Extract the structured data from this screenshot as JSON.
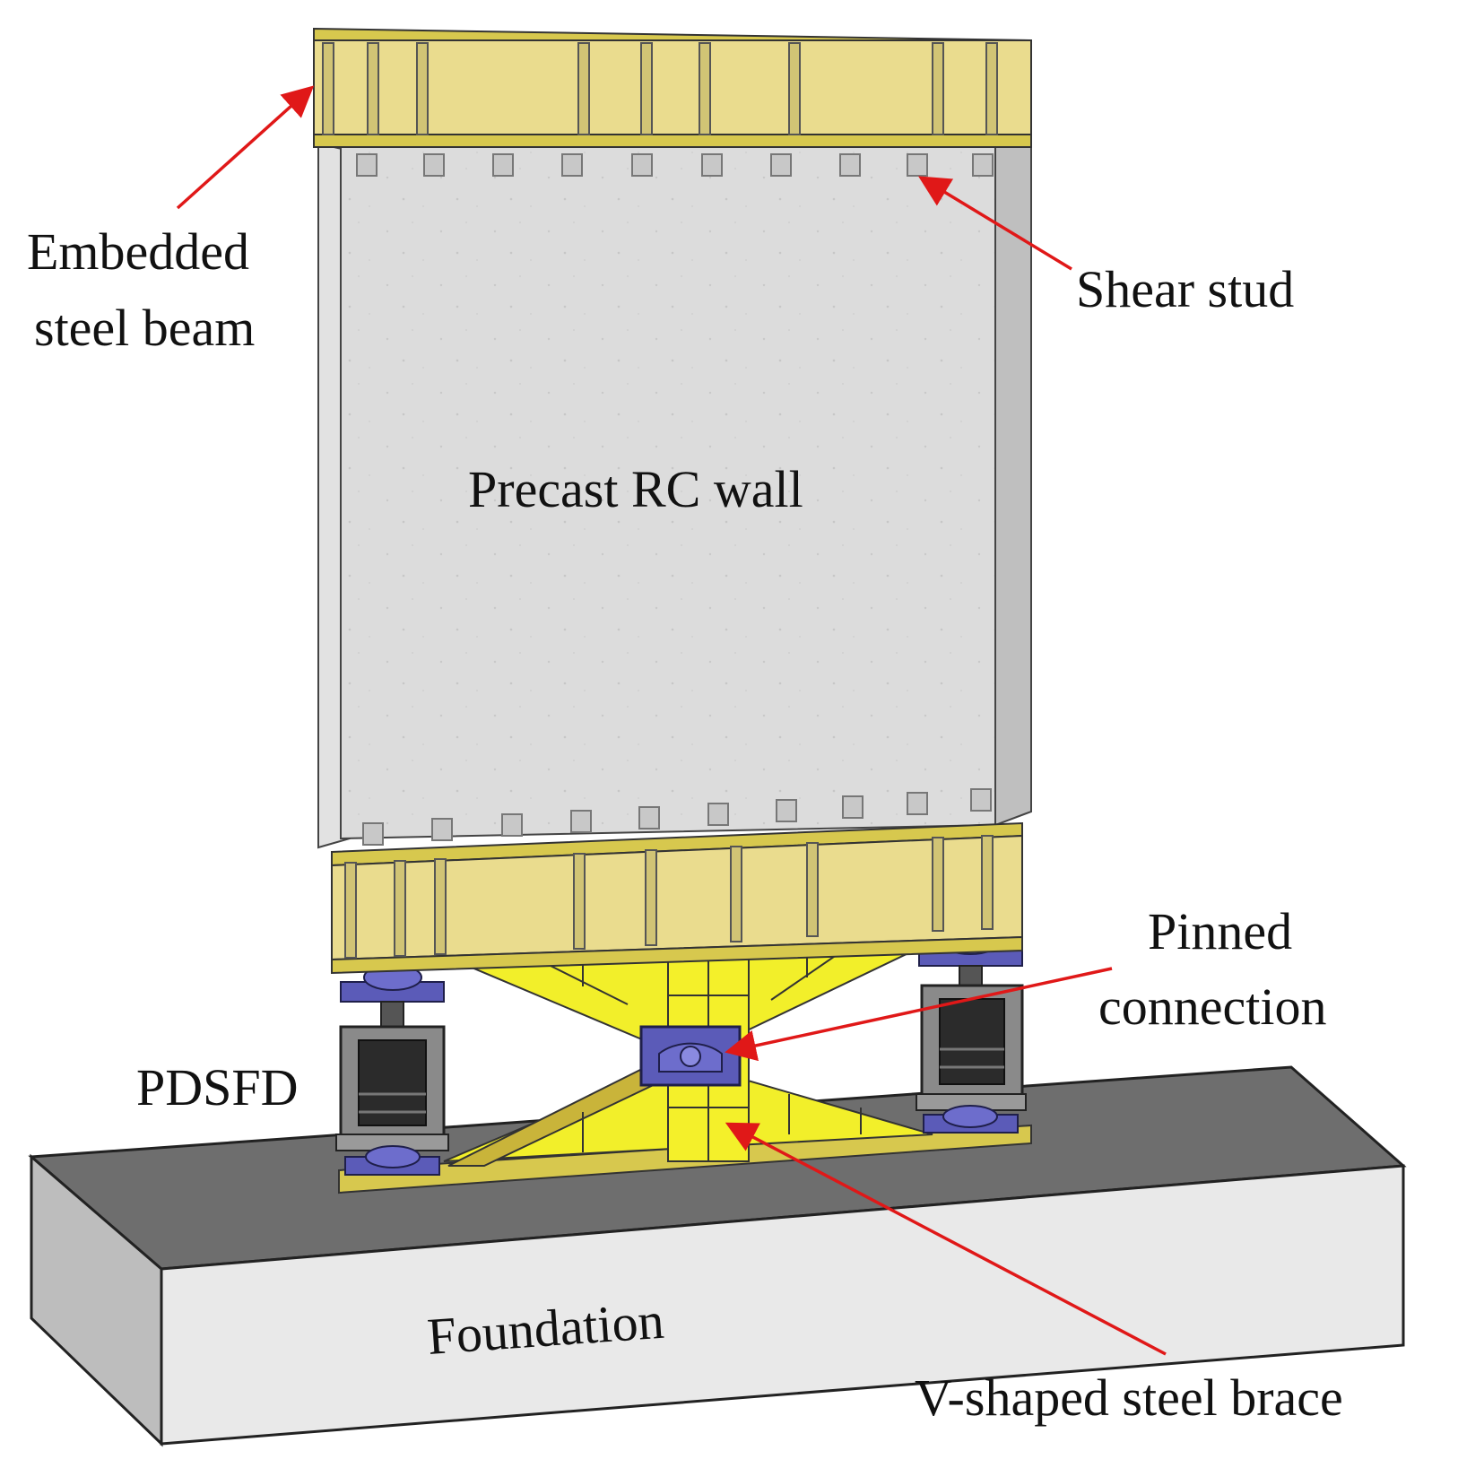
{
  "labels": {
    "embedded_steel_beam_line1": "Embedded",
    "embedded_steel_beam_line2": "steel beam",
    "shear_stud": "Shear stud",
    "precast_rc_wall": "Precast RC wall",
    "pinned_connection_line1": "Pinned",
    "pinned_connection_line2": "connection",
    "pdsfd": "PDSFD",
    "foundation": "Foundation",
    "v_shaped_steel_brace": "V-shaped steel brace"
  },
  "colors": {
    "steel_yellow": "#e8d98a",
    "steel_yellow_dark": "#c9b850",
    "brace_yellow": "#f2ef2a",
    "wall_gray": "#d6d6d6",
    "foundation_top": "#6e6e6e",
    "foundation_side": "#e6e6e6",
    "damper_gray": "#7c7c7c",
    "pin_blue": "#5b5bb8",
    "arrow_red": "#e01818"
  }
}
